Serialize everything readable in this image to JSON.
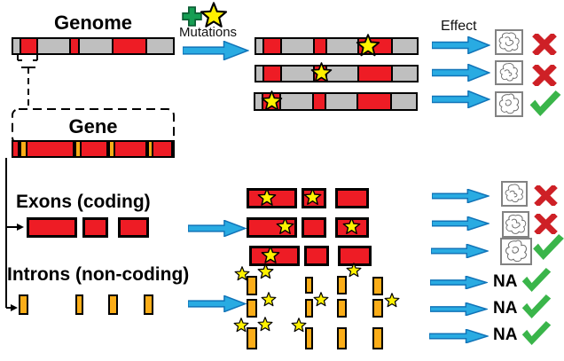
{
  "labels": {
    "genome": "Genome",
    "mutations": "Mutations",
    "effect": "Effect",
    "gene": "Gene",
    "exons": "Exons (coding)",
    "introns": "Introns (non-coding)",
    "na": "NA"
  },
  "colors": {
    "dna_red": "#EE1C25",
    "noncoding_gray": "#BFBFBF",
    "intron_orange": "#FBAD18",
    "arrow_blue": "#29ABE2",
    "star_yellow": "#FFF100",
    "check_green": "#3AB54A",
    "cross_red": "#CE2026",
    "plus_green": "#169E53"
  },
  "icons": {
    "mutation": [
      "plus-icon",
      "star-icon"
    ],
    "protein": "scribble-protein-icon",
    "pass": "check-icon",
    "fail": "cross-icon"
  },
  "genome_bar": {
    "segments": [
      "gray",
      "red",
      "gray",
      "red",
      "gray",
      "red",
      "gray"
    ],
    "note_visible": "first red segment bracketed and expanded into Gene below"
  },
  "gene_bar": {
    "segments": [
      "exon",
      "intron",
      "exon",
      "intron",
      "exon",
      "intron",
      "exon",
      "intron",
      "exon"
    ]
  },
  "mutated_genome_rows": [
    {
      "star_on": "large red segment (right)",
      "result": "cross"
    },
    {
      "star_on": "small middle red segment",
      "result": "cross"
    },
    {
      "star_on": "first red segment (left)",
      "result": "check"
    }
  ],
  "exon_mutation_rows": [
    {
      "stars_on_boxes": [
        1,
        2
      ],
      "result": "cross"
    },
    {
      "stars_on_boxes": [
        1,
        3
      ],
      "result": "cross"
    },
    {
      "stars_on_boxes": [
        1
      ],
      "result": "check"
    }
  ],
  "intron_mutation_rows": [
    {
      "stars": 3,
      "result_text": "NA",
      "result": "check"
    },
    {
      "stars": 3,
      "result_text": "NA",
      "result": "check"
    },
    {
      "stars": 3,
      "result_text": "NA",
      "result": "check"
    }
  ]
}
